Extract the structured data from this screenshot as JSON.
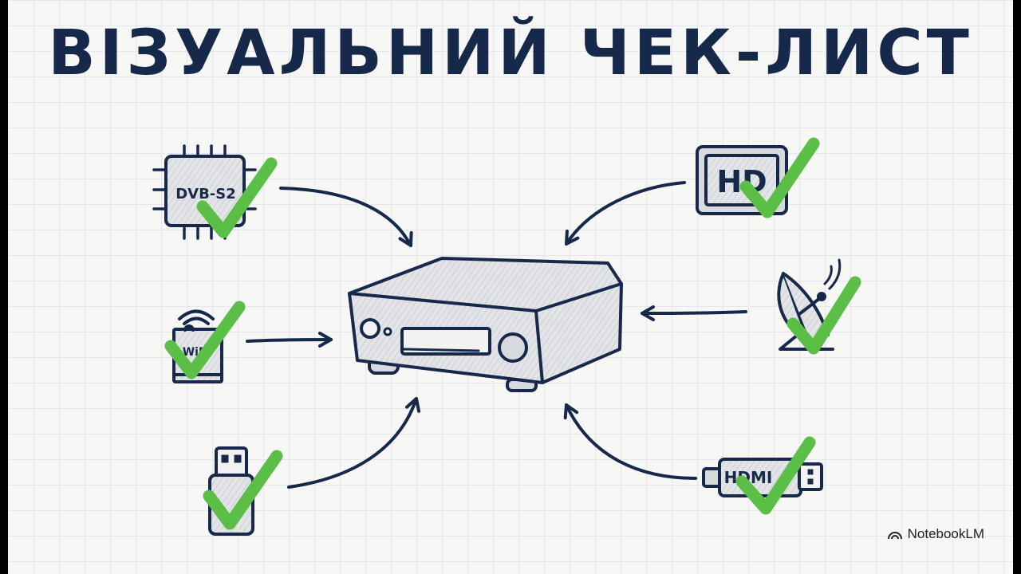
{
  "title": "ВІЗУАЛЬНИЙ ЧЕК-ЛИСТ",
  "labels": {
    "chip": "DVB-S2",
    "hd": "HD",
    "wifi": "WiFi",
    "hdmi": "HDMI"
  },
  "brand": "NotebookLM",
  "icons": [
    "chip-icon",
    "wifi-module-icon",
    "usb-drive-icon",
    "hd-screen-icon",
    "satellite-dish-icon",
    "hdmi-cable-icon",
    "receiver-icon",
    "check-icon",
    "arrow-icon"
  ],
  "colors": {
    "ink": "#16294a",
    "check": "#5bbf47",
    "fill": "#d9dadd",
    "background": "#f7f7f5"
  }
}
